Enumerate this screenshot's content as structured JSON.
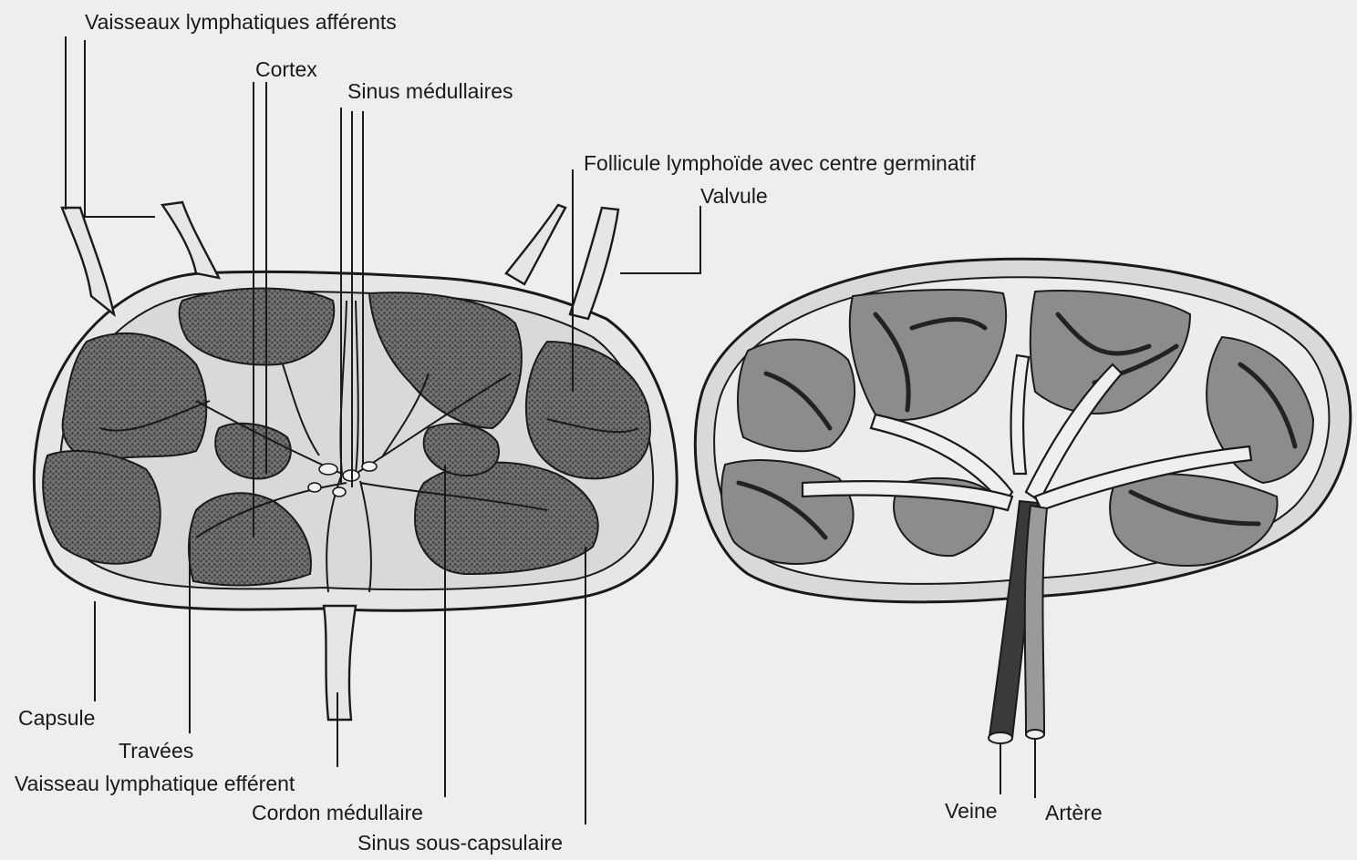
{
  "labels": {
    "afferent_vessels": "Vaisseaux lymphatiques afférents",
    "cortex": "Cortex",
    "medullary_sinus": "Sinus médullaires",
    "follicle": "Follicule lymphoïde avec centre germinatif",
    "valve": "Valvule",
    "capsule": "Capsule",
    "trabeculae": "Travées",
    "efferent_vessel": "Vaisseau lymphatique efférent",
    "medullary_cord": "Cordon médullaire",
    "subcapsular_sinus": "Sinus sous-capsulaire",
    "vein": "Veine",
    "artery": "Artère"
  }
}
